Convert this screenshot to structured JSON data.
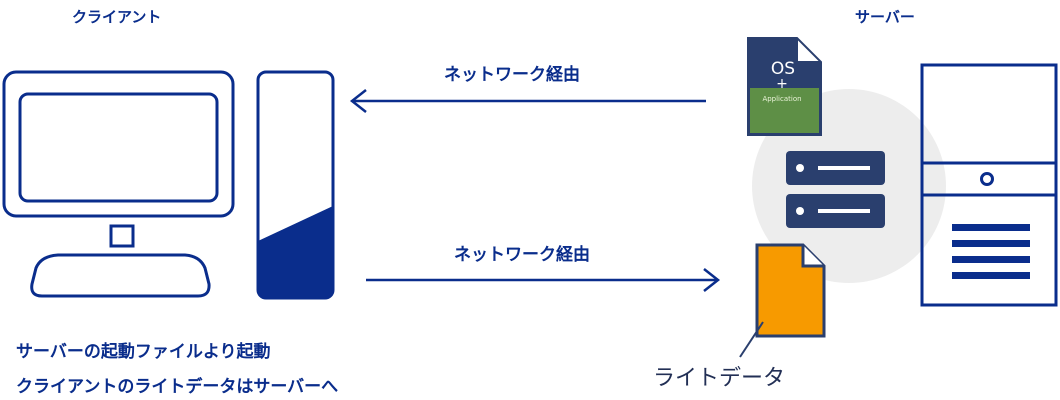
{
  "client": {
    "title": "クライアント"
  },
  "server": {
    "title": "サーバー"
  },
  "network": {
    "top_label": "ネットワーク経由",
    "bottom_label": "ネットワーク経由"
  },
  "os_file": {
    "os": "OS",
    "plus": "+",
    "app": "Application"
  },
  "write_data": {
    "label": "ライトデータ"
  },
  "captions": {
    "line1": "サーバーの起動ファイルより起動",
    "line2": "クライアントのライトデータはサーバーへ"
  },
  "colors": {
    "navy": "#0a2d8c",
    "slate": "#2a3f6e",
    "green": "#5e8f46",
    "orange": "#f79a00",
    "circle": "#ededed"
  }
}
